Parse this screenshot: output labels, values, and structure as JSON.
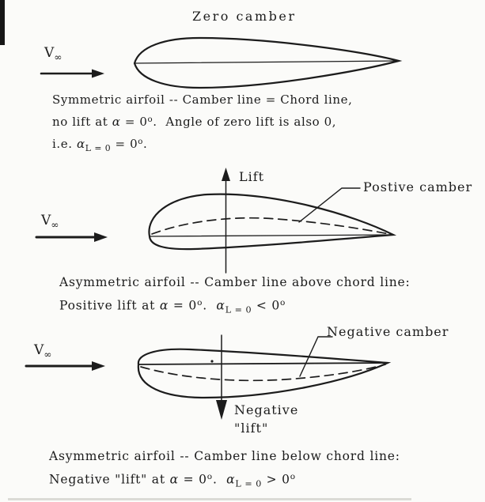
{
  "colors": {
    "ink": "#1c1c1c",
    "paper": "#fbfbf9"
  },
  "sections": [
    {
      "id": "zero-camber",
      "title": "Zero camber",
      "freestream": [
        {
          "t": "V"
        },
        {
          "t": "∞",
          "v": "sub"
        }
      ],
      "caption": [
        [
          {
            "t": "Symmetric airfoil -- Camber line = Chord line,"
          }
        ],
        [
          {
            "t": "no lift at "
          },
          {
            "t": "α",
            "v": "it"
          },
          {
            "t": " = 0"
          },
          {
            "t": "o",
            "v": "sup"
          },
          {
            "t": ".  Angle of zero lift is also 0,"
          }
        ],
        [
          {
            "t": "i.e. "
          },
          {
            "t": "α",
            "v": "it"
          },
          {
            "t": "L = 0",
            "v": "sub"
          },
          {
            "t": " = 0"
          },
          {
            "t": "o",
            "v": "sup"
          },
          {
            "t": "."
          }
        ]
      ]
    },
    {
      "id": "positive-camber",
      "lift_label": "Lift",
      "camber_label": "Postive camber",
      "freestream": [
        {
          "t": "V"
        },
        {
          "t": "∞",
          "v": "sub"
        }
      ],
      "caption": [
        [
          {
            "t": "Asymmetric airfoil -- Camber line above chord line:"
          }
        ],
        [
          {
            "t": "Positive lift at "
          },
          {
            "t": "α",
            "v": "it"
          },
          {
            "t": " = 0"
          },
          {
            "t": "o",
            "v": "sup"
          },
          {
            "t": ".  "
          },
          {
            "t": "α",
            "v": "it"
          },
          {
            "t": "L = 0",
            "v": "sub"
          },
          {
            "t": " < 0"
          },
          {
            "t": "o",
            "v": "sup"
          }
        ]
      ]
    },
    {
      "id": "negative-camber",
      "camber_label": "Negative camber",
      "lift_label_lines": [
        [
          {
            "t": "Negative"
          }
        ],
        [
          {
            "t": "\"lift\""
          }
        ]
      ],
      "freestream": [
        {
          "t": "V"
        },
        {
          "t": "∞",
          "v": "sub"
        }
      ],
      "caption": [
        [
          {
            "t": "Asymmetric airfoil -- Camber line below chord line:"
          }
        ],
        [
          {
            "t": "Negative \"lift\" at "
          },
          {
            "t": "α",
            "v": "it"
          },
          {
            "t": " = 0"
          },
          {
            "t": "o",
            "v": "sup"
          },
          {
            "t": ".  "
          },
          {
            "t": "α",
            "v": "it"
          },
          {
            "t": "L = 0",
            "v": "sub"
          },
          {
            "t": " > 0"
          },
          {
            "t": "o",
            "v": "sup"
          }
        ]
      ]
    }
  ]
}
